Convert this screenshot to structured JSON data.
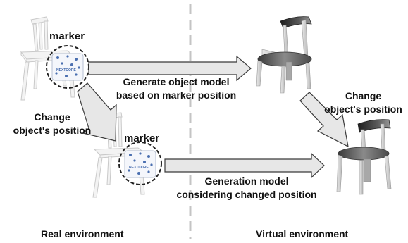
{
  "labels": {
    "marker_top": "marker",
    "marker_bottom": "marker",
    "generate_line1": "Generate object model",
    "generate_line2": "based on marker position",
    "change_left_line1": "Change",
    "change_left_line2": "object's position",
    "change_right_line1": "Change",
    "change_right_line2": "object's position",
    "generation_line1": "Generation model",
    "generation_line2": "considering changed position",
    "real_env": "Real environment",
    "virtual_env": "Virtual environment"
  },
  "marker_logo_text": "NEXTCORE",
  "colors": {
    "arrow_fill": "#e7e7e7",
    "arrow_stroke": "#3a3a3a",
    "divider": "#c4c4c4",
    "marker_dots": "#4a6fb0",
    "real_chair": "#f2f2f2",
    "virtual_chair_back": "#2f2f2f",
    "virtual_chair_seat": "#6b6b6b"
  }
}
